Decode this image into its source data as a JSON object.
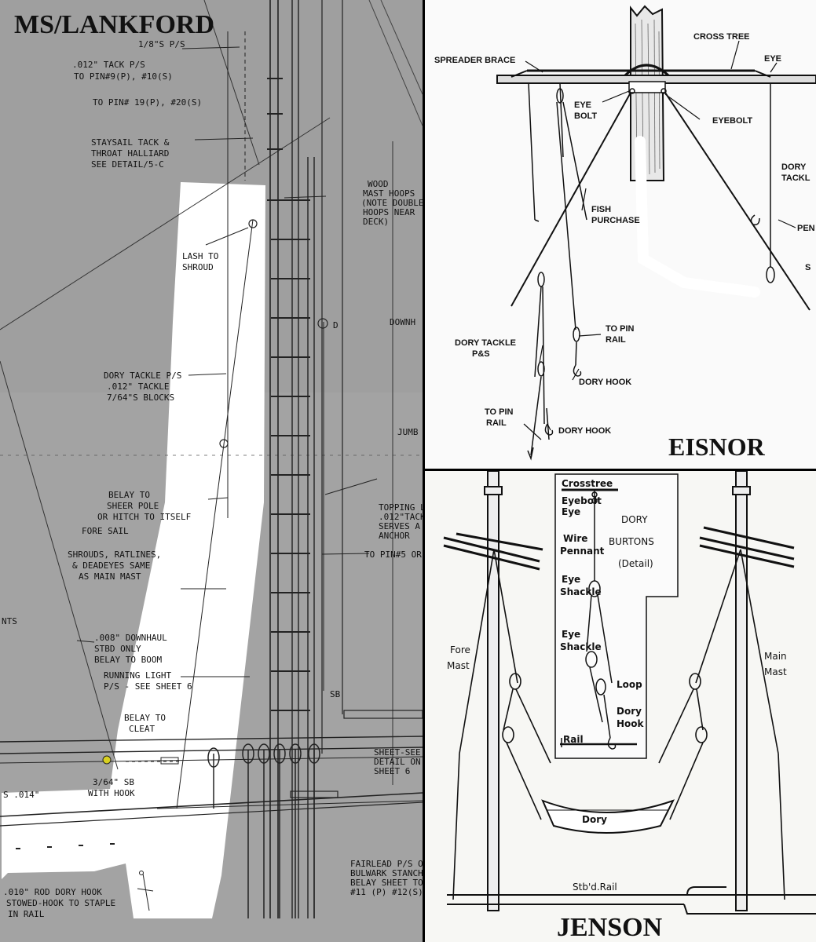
{
  "panels": {
    "lankford": {
      "title": "MS/LANKFORD",
      "labels": {
        "l1": "1/8\"S P/S",
        "l2a": ".012\" TACK P/S",
        "l2b": "TO PIN#9(P), #10(S)",
        "l3": "TO PIN# 19(P), #20(S)",
        "l4a": "STAYSAIL TACK &",
        "l4b": "THROAT HALLIARD",
        "l4c": "SEE DETAIL/5-C",
        "l5a": "WOOD",
        "l5b": "MAST HOOPS",
        "l5c": "(NOTE DOUBLE",
        "l5d": "HOOPS NEAR",
        "l5e": "DECK)",
        "l6a": "LASH TO",
        "l6b": "SHROUD",
        "l7": "D",
        "l8": "DOWNH",
        "l9a": "DORY TACKLE P/S",
        "l9b": ".012\" TACKLE",
        "l9c": "7/64\"S BLOCKS",
        "l10": "JUMB",
        "l11a": "BELAY TO",
        "l11b": "SHEER POLE",
        "l11c": "OR HITCH TO ITSELF",
        "l12": "FORE SAIL",
        "l13a": "TOPPING L",
        "l13b": ".012\"TACKL",
        "l13c": "SERVES A",
        "l13d": "ANCHOR",
        "l14a": "SHROUDS, RATLINES,",
        "l14b": "& DEADEYES SAME",
        "l14c": "AS MAIN MAST",
        "l15": "TO PIN#5 OR",
        "l16": "NTS",
        "l17a": ".008\" DOWNHAUL",
        "l17b": "STBD ONLY",
        "l17c": "BELAY TO BOOM",
        "l18a": "RUNNING LIGHT",
        "l18b": "P/S - SEE SHEET 6",
        "l19": "SB",
        "l20a": "BELAY TO",
        "l20b": "CLEAT",
        "l21a": "SHEET-SEE",
        "l21b": "DETAIL ON",
        "l21c": "SHEET 6",
        "l22a": "3/64\" SB",
        "l22b": "WITH HOOK",
        "l23": "S .014\"",
        "l24a": "FAIRLEAD P/S ON",
        "l24b": "BULWARK STANCH",
        "l24c": "BELAY SHEET TO P",
        "l24d": "#11 (P) #12(S)",
        "l25a": ".010\" ROD DORY HOOK",
        "l25b": "STOWED-HOOK TO STAPLE",
        "l25c": "IN RAIL"
      }
    },
    "eisnor": {
      "title": "EISNOR",
      "labels": {
        "cross_tree": "CROSS TREE",
        "spreader_brace": "SPREADER BRACE",
        "eye": "EYE",
        "eye_bolt_1": "EYE",
        "eye_bolt_2": "BOLT",
        "eyebolt": "EYEBOLT",
        "dory_tackle_r1": "DORY",
        "dory_tackle_r2": "TACKL",
        "fish_1": "FISH",
        "fish_2": "PURCHASE",
        "pen": "PEN",
        "s": "S",
        "to_pin_rail_1": "TO PIN",
        "to_pin_rail_2": "RAIL",
        "dory_tackle_1": "DORY TACKLE",
        "dory_tackle_2": "P&S",
        "dory_hook_1": "DORY HOOK",
        "to_pin_rail_b1": "TO PIN",
        "to_pin_rail_b2": "RAIL",
        "dory_hook_2": "DORY HOOK"
      }
    },
    "jenson": {
      "title": "JENSON",
      "labels": {
        "crosstree": "Crosstree",
        "eyebolt": "Eyebolt",
        "eye": "Eye",
        "wire_1": "Wire",
        "wire_2": "Pennant",
        "eye_shackle_1a": "Eye",
        "eye_shackle_1b": "Shackle",
        "eye_shackle_2a": "Eye",
        "eye_shackle_2b": "Shackle",
        "loop": "Loop",
        "dory_hook_1": "Dory",
        "dory_hook_2": "Hook",
        "rail": "Rail",
        "burtons_1": "DORY",
        "burtons_2": "BURTONS",
        "burtons_3": "(Detail)",
        "fore_1": "Fore",
        "fore_2": "Mast",
        "main_1": "Main",
        "main_2": "Mast",
        "dory": "Dory",
        "stbd_rail": "Stb'd.Rail"
      }
    }
  }
}
